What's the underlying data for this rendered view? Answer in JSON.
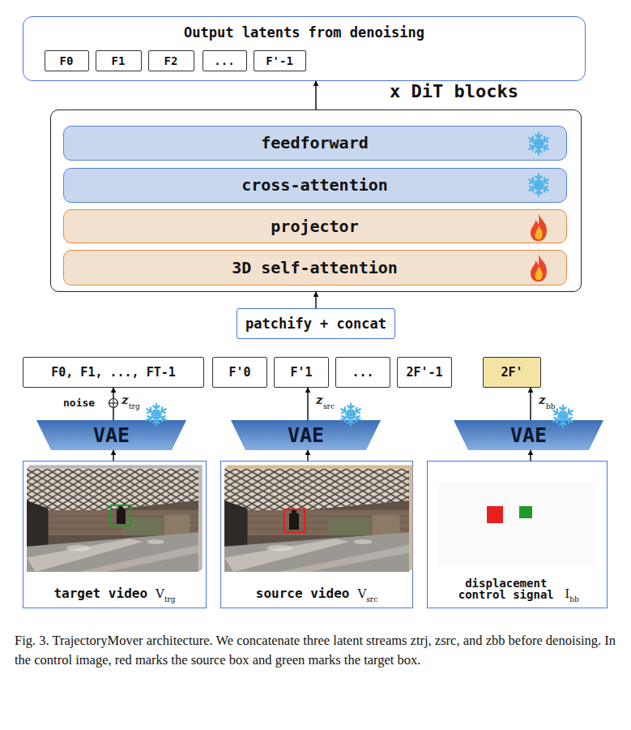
{
  "diagram": {
    "caption": "Fig. 3. TrajectoryMover architecture. We concatenate three latent streams ztrj, zsrc, and zbb before denoising. In the control image, red marks the source box and green marks the target box.",
    "nodes": [
      {
        "text": [
          "Output latents from denoising"
        ]
      },
      {
        "text": [
          "F0"
        ],
        "in": 0
      },
      {
        "text": [
          "F1"
        ],
        "in": 0
      },
      {
        "text": [
          "F2"
        ],
        "in": 0
      },
      {
        "text": [
          "..."
        ],
        "in": 0
      },
      {
        "text": [
          "F'-1"
        ],
        "in": 0
      },
      {
        "text": [
          "x DiT blocks"
        ]
      },
      {
        "text": [
          "feedforward"
        ],
        "in": 6
      },
      {
        "text": [
          "cross-attention"
        ],
        "in": 6
      },
      {
        "text": [
          "projector"
        ],
        "in": 6
      },
      {
        "text": [
          "3D self-attention"
        ],
        "in": 6
      },
      {
        "text": [
          "patchify + concat"
        ]
      },
      {
        "text": [
          "F0, F1, ..., FT-1"
        ]
      },
      {
        "text": [
          "F'0"
        ]
      },
      {
        "text": [
          "F'1"
        ]
      },
      {
        "text": [
          "..."
        ]
      },
      {
        "text": [
          "2F'-1"
        ]
      },
      {
        "text": [
          "2F'"
        ]
      },
      {
        "text": [
          "VAE"
        ]
      },
      {
        "text": [
          "VAE"
        ]
      },
      {
        "text": [
          "VAE"
        ]
      },
      {
        "text": [
          "target video",
          "V",
          "trg"
        ]
      },
      {
        "text": [
          "source video",
          "V",
          "src"
        ]
      },
      {
        "text": [
          "displacement control signal",
          "I",
          "bb"
        ]
      }
    ],
    "edges": [
      {
        "from": 6,
        "to": 0,
        "arrow": "to"
      },
      {
        "from": 11,
        "to": 6,
        "arrow": "to"
      },
      {
        "from": 18,
        "to": 12,
        "arrow": "to"
      },
      {
        "from": 19,
        "to": 14,
        "arrow": "to"
      },
      {
        "from": 20,
        "to": 17,
        "arrow": "to"
      },
      {
        "from": 21,
        "to": 18,
        "arrow": "to"
      },
      {
        "from": 22,
        "to": 19,
        "arrow": "to"
      },
      {
        "from": 23,
        "to": 20,
        "arrow": "to"
      }
    ],
    "labels": [
      "noise",
      "z",
      "trg",
      "z",
      "src",
      "z",
      "bb"
    ]
  }
}
